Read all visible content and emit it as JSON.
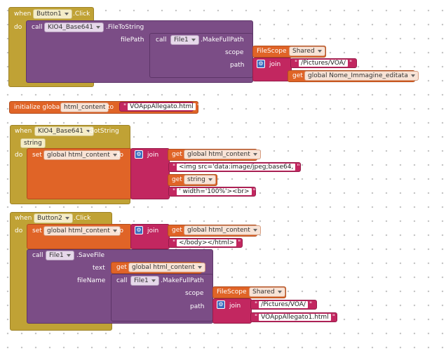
{
  "common": {
    "when": "when",
    "do": "do",
    "call": "call",
    "set": "set",
    "to": "to",
    "get": "get",
    "join": "join",
    "quote": "\"",
    "initialize_global": "initialize global",
    "filescope": "FileScope",
    "shared": "Shared"
  },
  "block1": {
    "component": "Button1",
    "event": ".Click",
    "call_component": "KIO4_Base641",
    "method": ".FileToString",
    "param_filepath": "filePath",
    "makefull_component": "File1",
    "makefull_method": ".MakeFullPath",
    "param_scope": "scope",
    "param_path": "path",
    "path_text": "/Pictures/VOA/",
    "get_var": "global Nome_Immagine_editata"
  },
  "block2": {
    "var_name": "html_content",
    "value": "VOAppAllegato.html"
  },
  "block3": {
    "component": "KIO4_Base641",
    "event": ".GotString",
    "param": "string",
    "set_var": "global html_content",
    "get_var": "global html_content",
    "text1": "<img src='data:image/jpeg;base64,",
    "get_string": "string",
    "text2": "' width='100%'><br>"
  },
  "block4": {
    "component": "Button2",
    "event": ".Click",
    "set_var": "global html_content",
    "get_var": "global html_content",
    "text1": "</body></html>",
    "call_component": "File1",
    "call_method": ".SaveFile",
    "param_text": "text",
    "text_get_var": "global html_content",
    "param_filename": "fileName",
    "makefull_component": "File1",
    "makefull_method": ".MakeFullPath",
    "param_scope": "scope",
    "param_path": "path",
    "path_text": "/Pictures/VOA/",
    "file_text": "VOAppAllegato1.html"
  }
}
